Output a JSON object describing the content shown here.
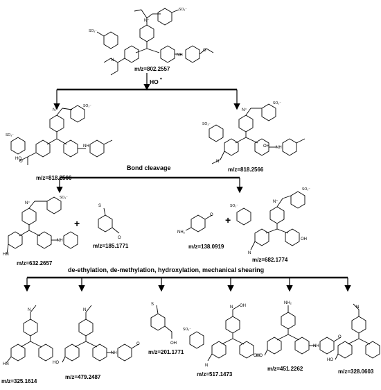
{
  "molecules": {
    "parent": {
      "mz": "m/z=802.2557"
    },
    "inter_a": {
      "mz": "m/z=818.2566"
    },
    "inter_b": {
      "mz": "m/z=818.2566"
    },
    "frag_632": {
      "mz": "m/z=632.2657"
    },
    "frag_185": {
      "mz": "m/z=185.1771"
    },
    "frag_138": {
      "mz": "m/z=138.0919"
    },
    "frag_682": {
      "mz": "m/z=682.1774"
    },
    "prod_325": {
      "mz": "m/z=325.1614"
    },
    "prod_479": {
      "mz": "m/z=479.2487"
    },
    "prod_201": {
      "mz": "m/z=201.1771"
    },
    "prod_517": {
      "mz": "m/z=517.1473"
    },
    "prod_451": {
      "mz": "m/z=451.2262"
    },
    "prod_328": {
      "mz": "m/z=328.0603"
    }
  },
  "steps": {
    "step1_reagent": "HO",
    "step1_radical": "•",
    "step2": "Bond cleavage",
    "step3": "de-ethylation, de-methylation, hydroxylation, mechanical shearing",
    "plus_1": "+",
    "plus_2": "+"
  },
  "atoms": {
    "N": "N",
    "NH": "NH",
    "NH2": "NH₂",
    "HN": "HN",
    "HO": "HO",
    "OH": "OH",
    "O": "O",
    "S": "S",
    "Nplus": "N⁺",
    "SO3": "SO₃⁻"
  }
}
